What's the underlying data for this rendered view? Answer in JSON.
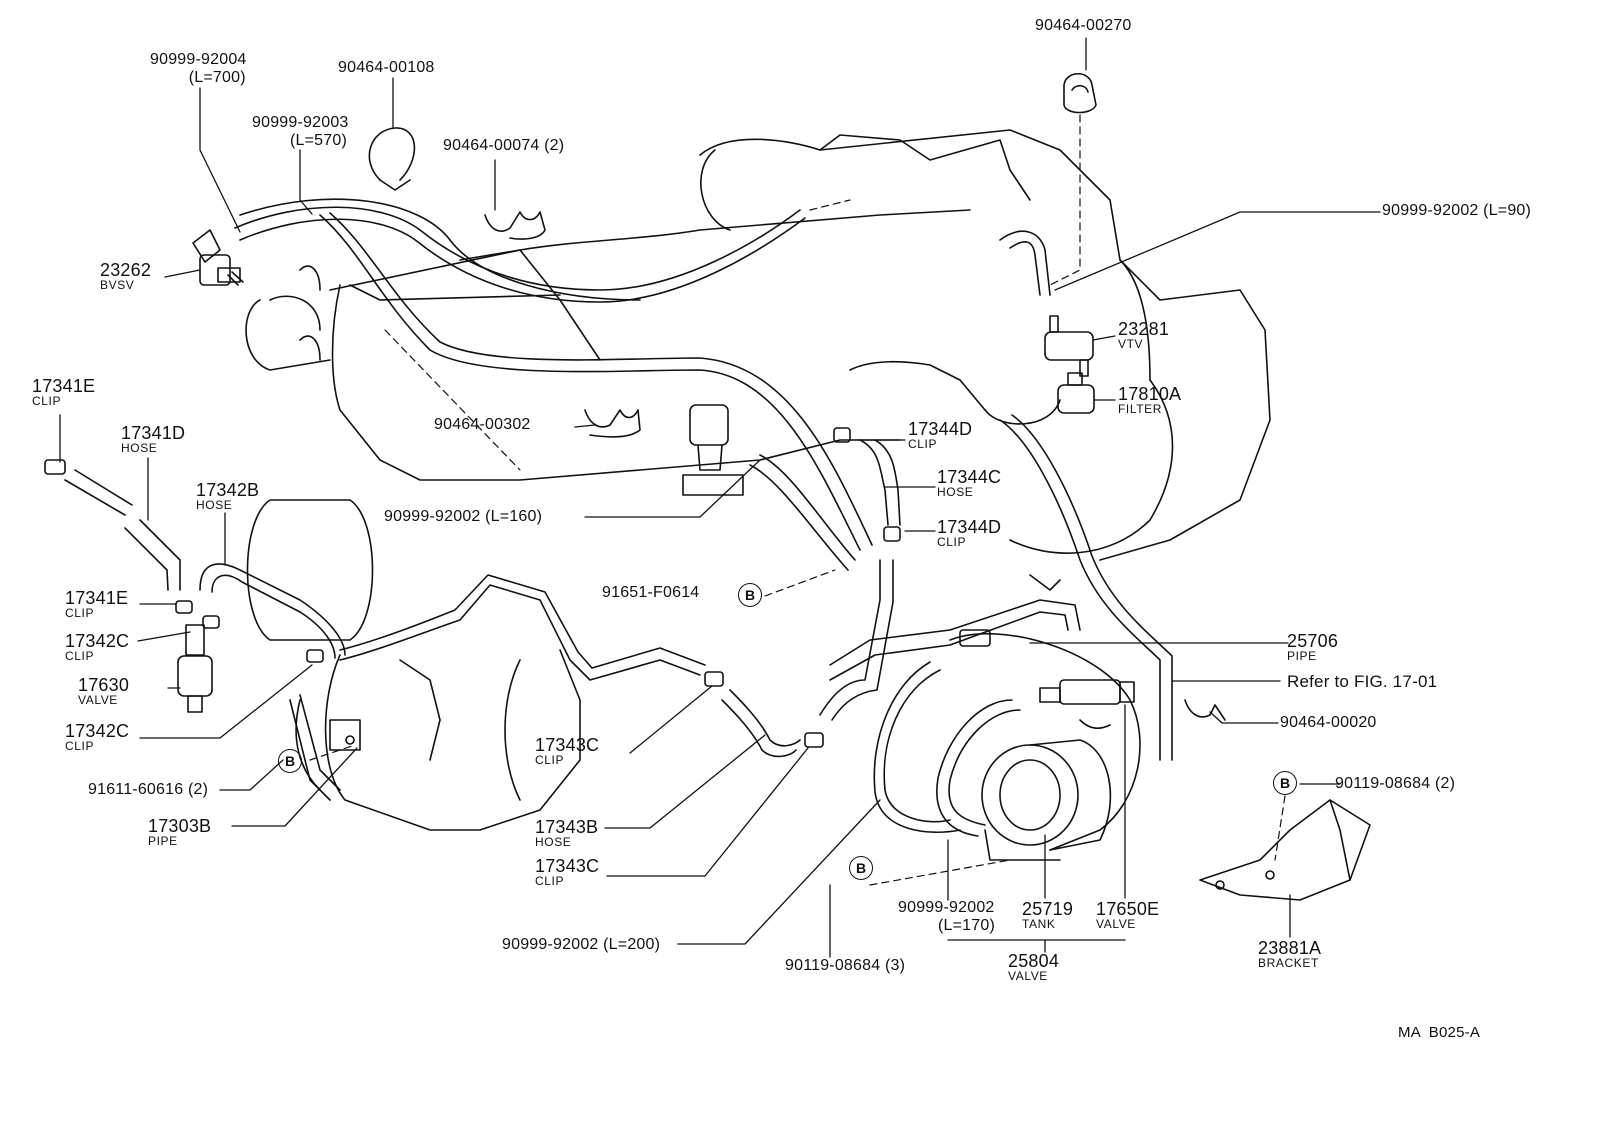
{
  "parts": [
    {
      "id": "p_92004",
      "number": "90999-92004",
      "note": "(L=700)"
    },
    {
      "id": "p_92003",
      "number": "90999-92003",
      "note": "(L=570)"
    },
    {
      "id": "p_00108",
      "number": "90464-00108"
    },
    {
      "id": "p_00074",
      "number": "90464-00074 (2)"
    },
    {
      "id": "p_00270",
      "number": "90464-00270"
    },
    {
      "id": "p_23262",
      "number": "23262",
      "name": "BVSV"
    },
    {
      "id": "p_92002_90",
      "number": "90999-92002 (L=90)"
    },
    {
      "id": "p_23281",
      "number": "23281",
      "name": "VTV"
    },
    {
      "id": "p_17810a",
      "number": "17810A",
      "name": "FILTER"
    },
    {
      "id": "p_17341e_top",
      "number": "17341E",
      "name": "CLIP"
    },
    {
      "id": "p_00302",
      "number": "90464-00302"
    },
    {
      "id": "p_17344d_top",
      "number": "17344D",
      "name": "CLIP"
    },
    {
      "id": "p_17341d",
      "number": "17341D",
      "name": "HOSE"
    },
    {
      "id": "p_17344c",
      "number": "17344C",
      "name": "HOSE"
    },
    {
      "id": "p_17342b",
      "number": "17342B",
      "name": "HOSE"
    },
    {
      "id": "p_92002_160",
      "number": "90999-92002 (L=160)"
    },
    {
      "id": "p_17344d_bot",
      "number": "17344D",
      "name": "CLIP"
    },
    {
      "id": "p_f0614",
      "number": "91651-F0614"
    },
    {
      "id": "p_17341e_bot",
      "number": "17341E",
      "name": "CLIP"
    },
    {
      "id": "p_17342c_top",
      "number": "17342C",
      "name": "CLIP"
    },
    {
      "id": "p_25706",
      "number": "25706",
      "name": "PIPE"
    },
    {
      "id": "p_refer",
      "number": "Refer to FIG. 17-01"
    },
    {
      "id": "p_17630",
      "number": "17630",
      "name": "VALVE"
    },
    {
      "id": "p_00020",
      "number": "90464-00020"
    },
    {
      "id": "p_17342c_bot",
      "number": "17342C",
      "name": "CLIP"
    },
    {
      "id": "p_17343c_top",
      "number": "17343C",
      "name": "CLIP"
    },
    {
      "id": "p_08684_2",
      "number": "90119-08684 (2)"
    },
    {
      "id": "p_60616",
      "number": "91611-60616 (2)"
    },
    {
      "id": "p_17303b",
      "number": "17303B",
      "name": "PIPE"
    },
    {
      "id": "p_17343b",
      "number": "17343B",
      "name": "HOSE"
    },
    {
      "id": "p_17343c_bot",
      "number": "17343C",
      "name": "CLIP"
    },
    {
      "id": "p_92002_170",
      "number": "90999-92002",
      "note": "(L=170)"
    },
    {
      "id": "p_25719",
      "number": "25719",
      "name": "TANK"
    },
    {
      "id": "p_17650e",
      "number": "17650E",
      "name": "VALVE"
    },
    {
      "id": "p_23881a",
      "number": "23881A",
      "name": "BRACKET"
    },
    {
      "id": "p_92002_200",
      "number": "90999-92002 (L=200)"
    },
    {
      "id": "p_08684_3",
      "number": "90119-08684 (3)"
    },
    {
      "id": "p_25804",
      "number": "25804",
      "name": "VALVE"
    }
  ],
  "ref_marker": "B",
  "drawing_code": "MA  B025-A"
}
